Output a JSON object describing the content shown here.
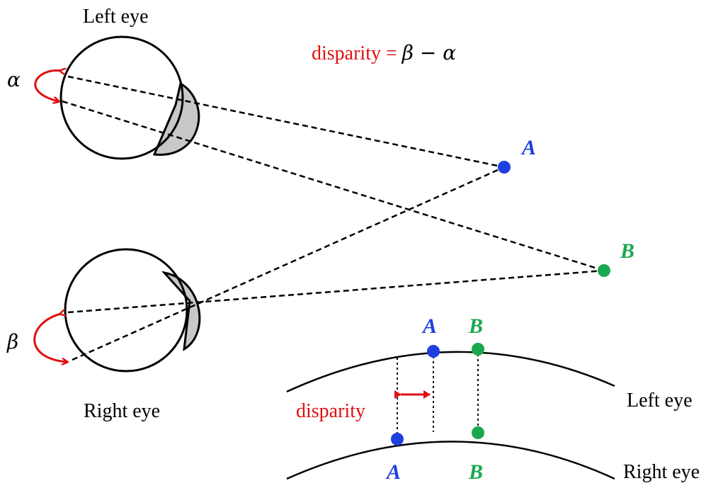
{
  "labels": {
    "left_eye_top": "Left eye",
    "right_eye_bottom": "Right eye",
    "alpha": "α",
    "beta": "β",
    "equation": {
      "prefix": "disparity = ",
      "beta": "β",
      "minus": " − ",
      "alpha": "α"
    },
    "point_a": "A",
    "point_b": "B",
    "retina_left_eye": "Left eye",
    "retina_right_eye": "Right eye",
    "disparity": "disparity",
    "retina_left_a": "A",
    "retina_left_b": "B",
    "retina_right_a": "A",
    "retina_right_b": "B"
  },
  "colors": {
    "point_a": "#1f3fe0",
    "point_b": "#1aa84f",
    "accent_red": "#e01010",
    "stroke": "#000000",
    "lens_fill": "#c8c8c8"
  }
}
